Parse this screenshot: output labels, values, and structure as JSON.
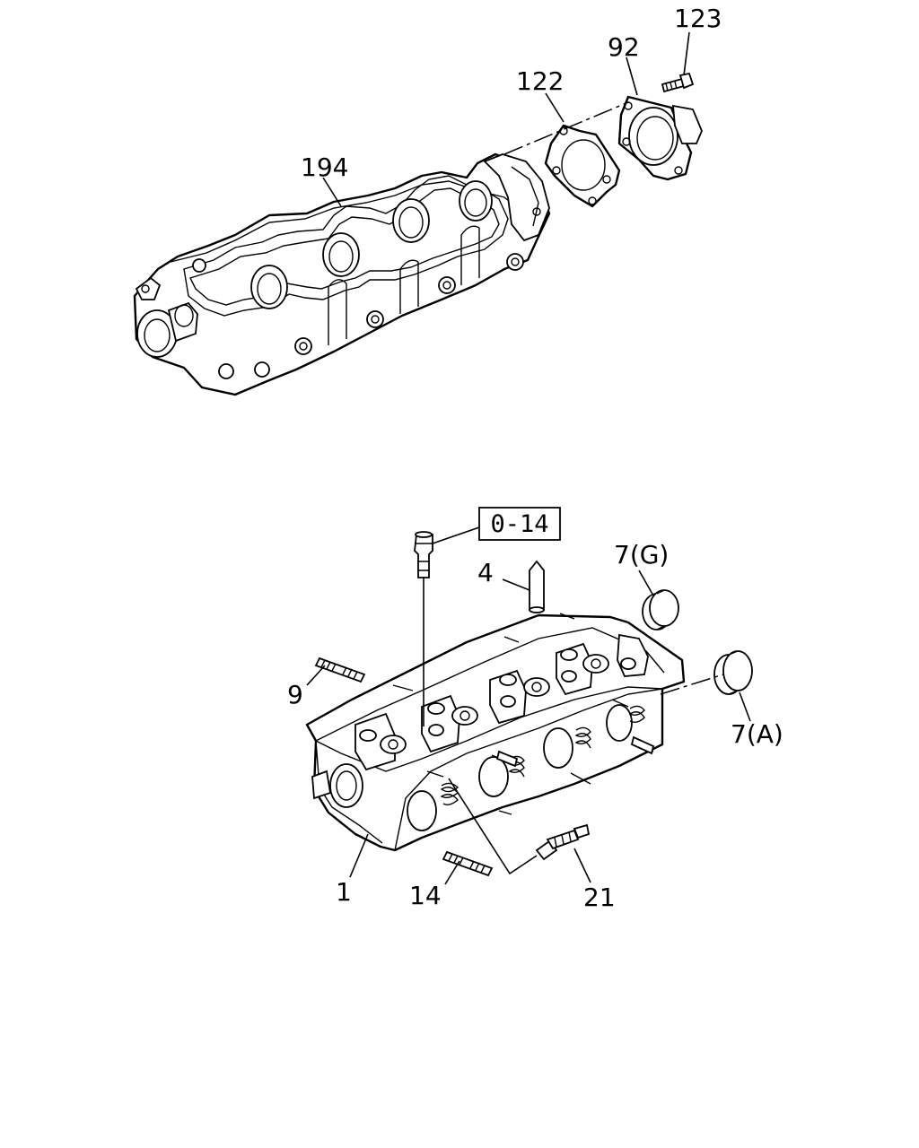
{
  "callouts": {
    "c123": "123",
    "c92": "92",
    "c122": "122",
    "c194": "194",
    "c4": "4",
    "c7g": "7(G)",
    "c9": "9",
    "c7a": "7(A)",
    "c1": "1",
    "c14": "14",
    "c21": "21"
  },
  "reference_box": "0-14"
}
